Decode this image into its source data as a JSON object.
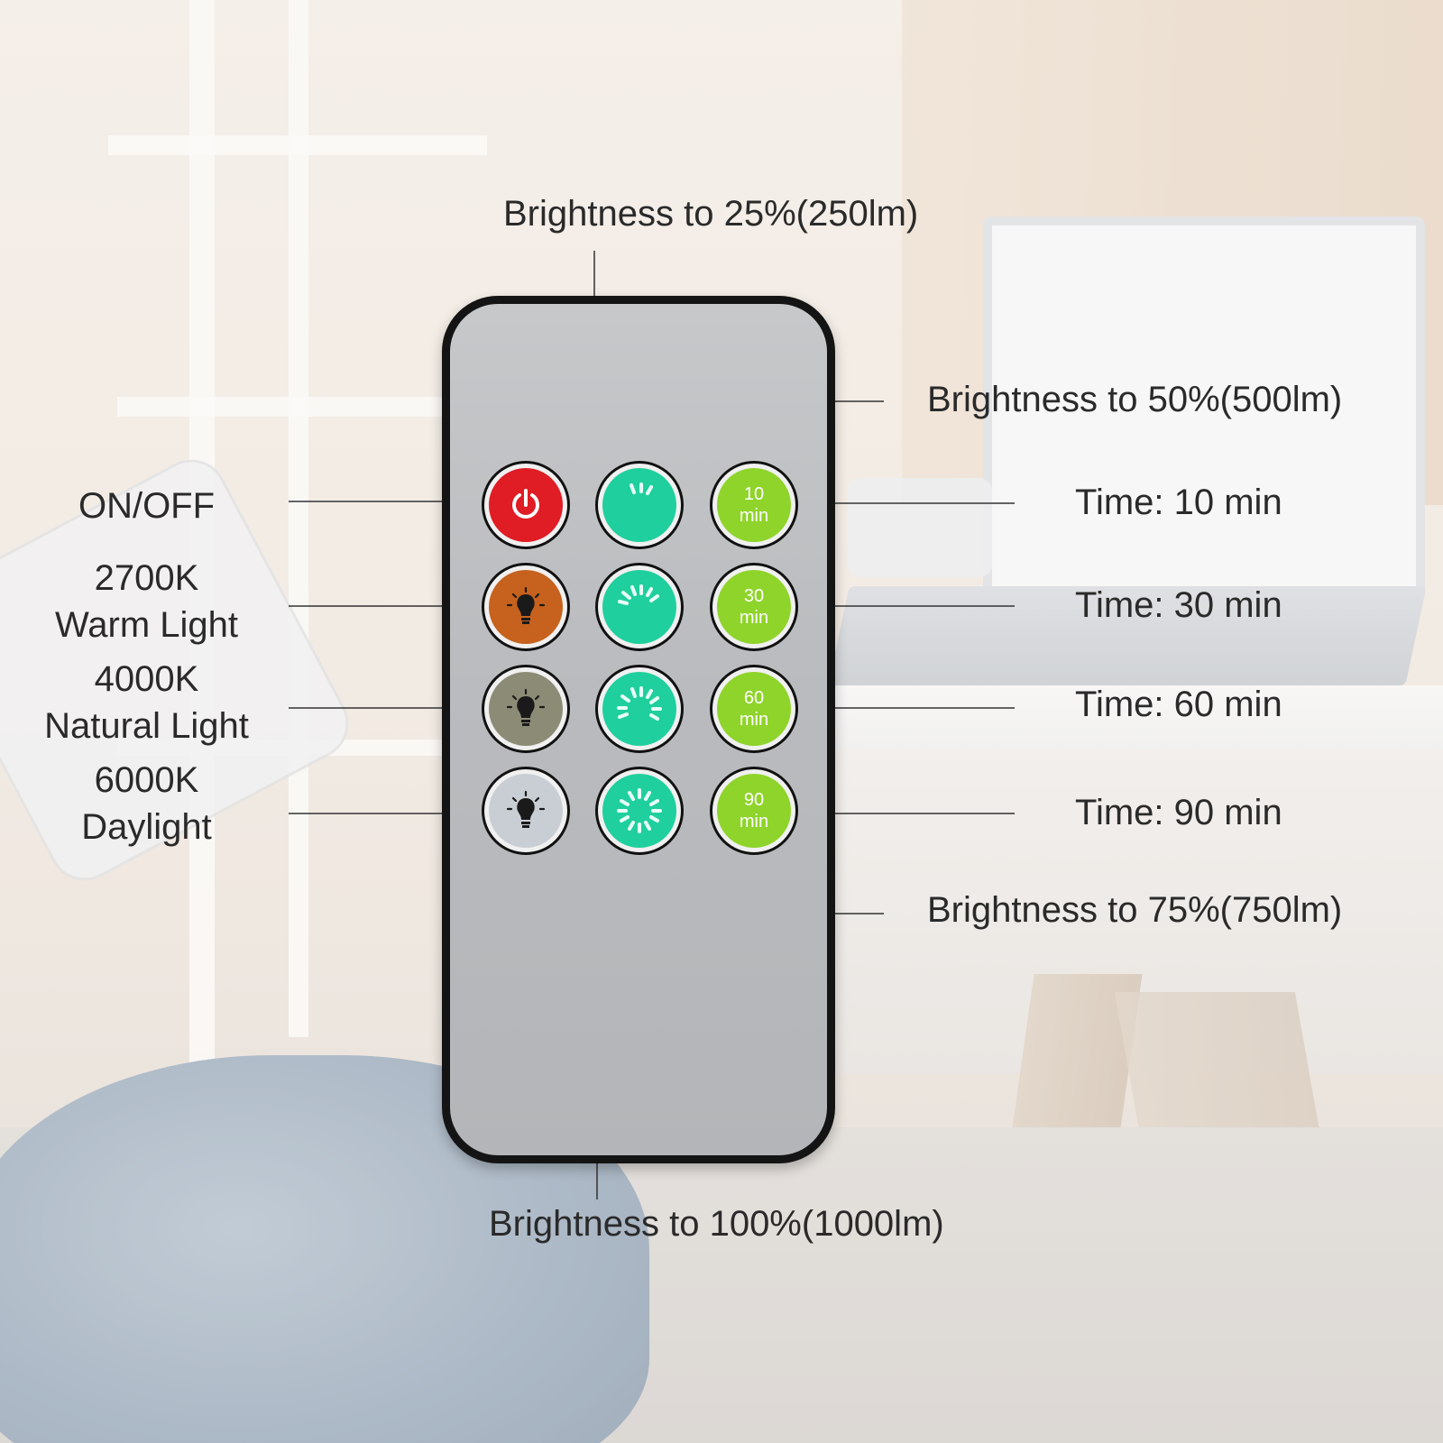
{
  "callouts": {
    "top": "Brightness to 25%(250lm)",
    "right_top": "Brightness to 50%(500lm)",
    "time10": "Time: 10 min",
    "time30": "Time: 30 min",
    "time60": "Time: 60 min",
    "time90": "Time: 90 min",
    "right_bottom": "Brightness to 75%(750lm)",
    "bottom": "Brightness to 100%(1000lm)",
    "onoff": "ON/OFF",
    "warm_temp": "2700K",
    "warm_name": "Warm Light",
    "natural_temp": "4000K",
    "natural_name": "Natural Light",
    "day_temp": "6000K",
    "day_name": "Daylight"
  },
  "buttons": {
    "t10": {
      "num": "10",
      "unit": "min"
    },
    "t30": {
      "num": "30",
      "unit": "min"
    },
    "t60": {
      "num": "60",
      "unit": "min"
    },
    "t90": {
      "num": "90",
      "unit": "min"
    }
  },
  "colors": {
    "power": "#e01c24",
    "warm": "#c6621d",
    "natural": "#8c8b76",
    "daylight": "#c9ced4",
    "brightness": "#1fcf9d",
    "timer": "#8fd42a",
    "line": "#333333"
  },
  "icons": {
    "power": "power-icon",
    "bulb": "lightbulb-icon",
    "brightness": "brightness-rays-icon"
  }
}
